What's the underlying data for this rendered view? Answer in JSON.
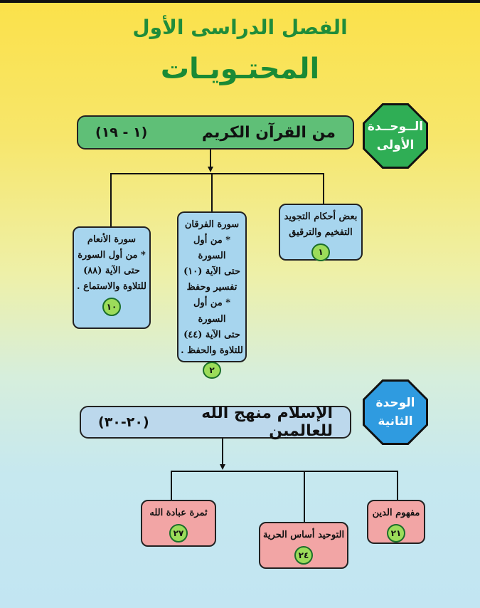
{
  "header": {
    "semester_title": "الفصل الدراسى الأول",
    "contents_title": "المحتـويـات"
  },
  "unit1": {
    "label_line1": "الــوحــدة",
    "label_line2": "الأولى",
    "banner_title": "من القرآن الكريم",
    "banner_range": "(١ - ١٩)",
    "cards": [
      {
        "lines": [
          "بعض أحكام التجويد",
          "التفخيم والترقيق"
        ],
        "page": "١"
      },
      {
        "lines": [
          "سورة الفرقان",
          "* من أول السورة",
          "حتى الآية (١٠)",
          "تفسير وحفظ",
          "* من أول السورة",
          "حتى الآية (٤٤)",
          "للتلاوة والحفظ ."
        ],
        "page": "٢"
      },
      {
        "lines": [
          "سورة الأنعام",
          "* من أول السورة",
          "حتى الآية (٨٨)",
          "للتلاوة والاستماع ."
        ],
        "page": "١٠"
      }
    ]
  },
  "unit2": {
    "label_line1": "الوحدة",
    "label_line2": "الثانية",
    "banner_title": "الإسلام منهج الله للعالمين",
    "banner_range": "(٢٠-٣٠)",
    "cards": [
      {
        "lines": [
          "مفهوم الدين"
        ],
        "page": "٢١"
      },
      {
        "lines": [
          "التوحيد أساس الحرية"
        ],
        "page": "٢٤"
      },
      {
        "lines": [
          "ثمرة عبادة الله"
        ],
        "page": "٢٧"
      }
    ]
  },
  "colors": {
    "unit1_accent": "#2fae55",
    "unit2_accent": "#2f9be0",
    "card_blue": "#a7d5ee",
    "card_pink": "#f2a5a5",
    "badge_green": "#9cdc5a",
    "title_green": "#1f8c3a"
  }
}
